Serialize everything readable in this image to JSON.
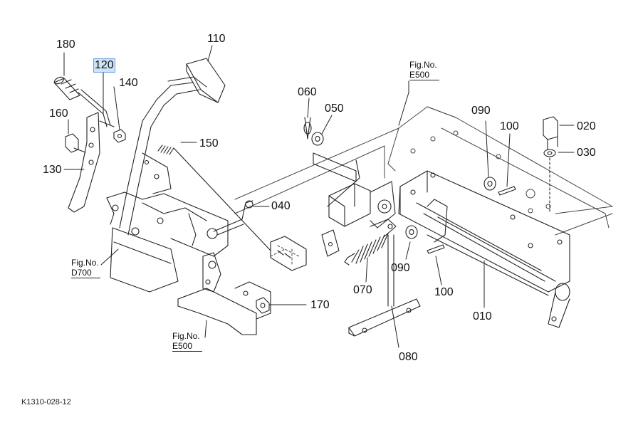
{
  "diagram": {
    "drawing_code": "K1310-028-12",
    "part_labels": [
      {
        "id": "180",
        "text": "180"
      },
      {
        "id": "120",
        "text": "120",
        "selected": true
      },
      {
        "id": "140",
        "text": "140"
      },
      {
        "id": "110",
        "text": "110"
      },
      {
        "id": "160",
        "text": "160"
      },
      {
        "id": "150",
        "text": "150"
      },
      {
        "id": "130",
        "text": "130"
      },
      {
        "id": "060",
        "text": "060"
      },
      {
        "id": "050",
        "text": "050"
      },
      {
        "id": "040",
        "text": "040"
      },
      {
        "id": "090a",
        "text": "090"
      },
      {
        "id": "100a",
        "text": "100"
      },
      {
        "id": "020",
        "text": "020"
      },
      {
        "id": "030",
        "text": "030"
      },
      {
        "id": "070",
        "text": "070"
      },
      {
        "id": "090b",
        "text": "090"
      },
      {
        "id": "100b",
        "text": "100"
      },
      {
        "id": "010",
        "text": "010"
      },
      {
        "id": "170",
        "text": "170"
      },
      {
        "id": "080",
        "text": "080"
      }
    ],
    "figure_refs": [
      {
        "id": "e500-top",
        "line1": "Fig.No.",
        "line2": "E500"
      },
      {
        "id": "d700",
        "line1": "Fig.No.",
        "line2": "D700"
      },
      {
        "id": "e500-bottom",
        "line1": "Fig.No.",
        "line2": "E500"
      }
    ]
  }
}
